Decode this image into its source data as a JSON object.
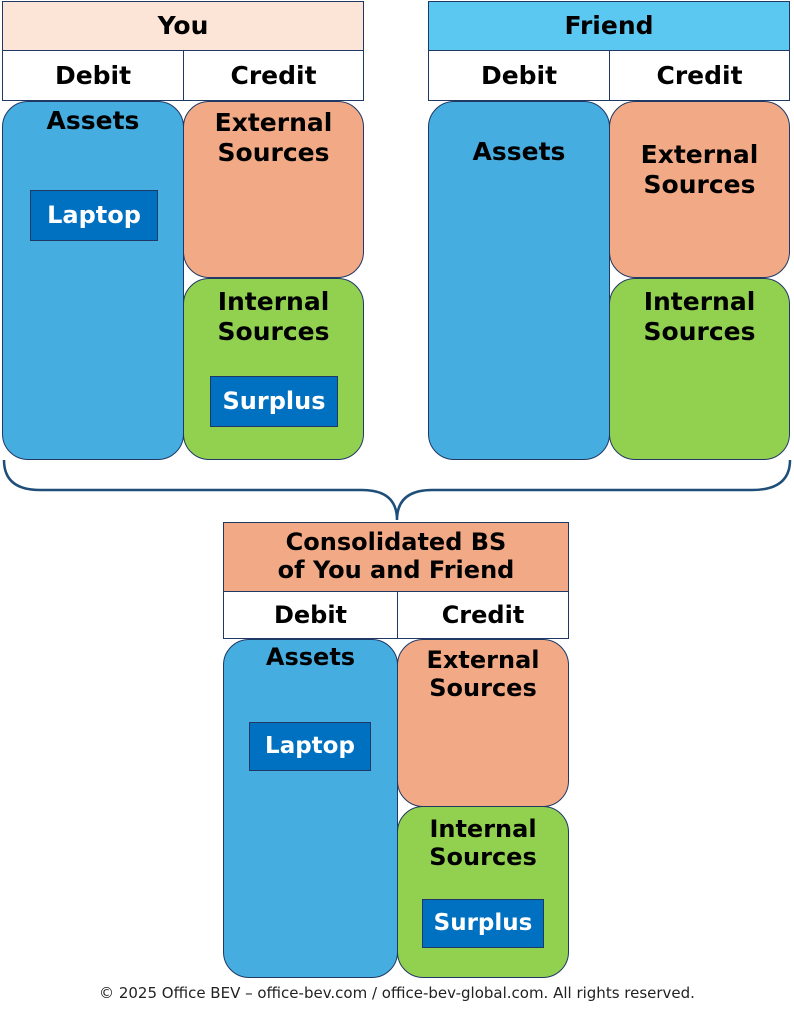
{
  "you": {
    "title": "You",
    "debit_label": "Debit",
    "credit_label": "Credit",
    "assets_label": "Assets",
    "asset_item": "Laptop",
    "external_label_1": "External",
    "external_label_2": "Sources",
    "internal_label_1": "Internal",
    "internal_label_2": "Sources",
    "internal_item": "Surplus"
  },
  "friend": {
    "title": "Friend",
    "debit_label": "Debit",
    "credit_label": "Credit",
    "assets_label": "Assets",
    "external_label_1": "External",
    "external_label_2": "Sources",
    "internal_label_1": "Internal",
    "internal_label_2": "Sources"
  },
  "consolidated": {
    "title_line_1": "Consolidated BS",
    "title_line_2": "of You and Friend",
    "debit_label": "Debit",
    "credit_label": "Credit",
    "assets_label": "Assets",
    "asset_item": "Laptop",
    "external_label_1": "External",
    "external_label_2": "Sources",
    "internal_label_1": "Internal",
    "internal_label_2": "Sources",
    "internal_item": "Surplus"
  },
  "footer": "© 2025 Office BEV – office-bev.com / office-bev-global.com. All rights reserved.",
  "colors": {
    "you_header": "#fce4d6",
    "friend_header": "#5bc8f2",
    "consolidated_header": "#f2a986",
    "assets": "#45ade0",
    "external_sources": "#f2a986",
    "internal_sources": "#92d050",
    "item_tag": "#0070c0",
    "outline": "#1f3864"
  }
}
